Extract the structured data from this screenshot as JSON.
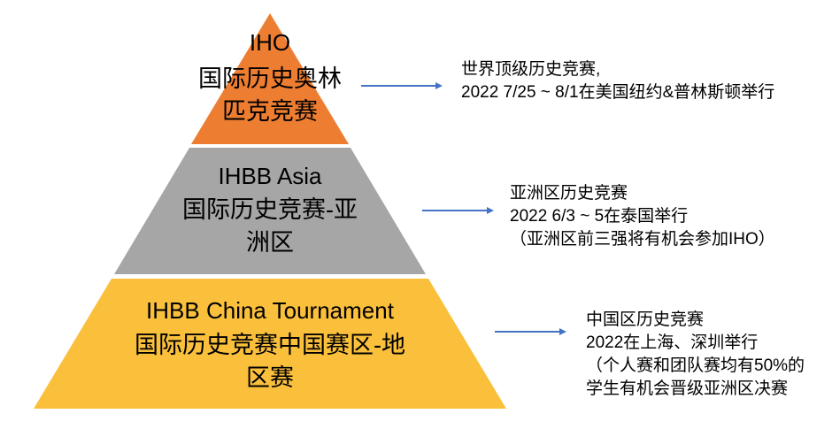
{
  "colors": {
    "tier_iho": "#ED7D31",
    "tier_asia": "#A6A6A6",
    "tier_china": "#FAC03C",
    "arrow": "#4472C4",
    "text": "#000000"
  },
  "pyramid": {
    "tiers": [
      {
        "id": "iho",
        "label_en": "IHO",
        "name_lines": [
          "国际历史奥林",
          "匹克竞赛"
        ]
      },
      {
        "id": "ihbb-asia",
        "label_en": "IHBB Asia",
        "name_lines": [
          "国际历史竞赛-亚",
          "洲区"
        ]
      },
      {
        "id": "ihbb-china",
        "label_en": "IHBB China Tournament",
        "name_lines": [
          "国际历史竞赛中国赛区-地",
          "区赛"
        ]
      }
    ]
  },
  "annotations": [
    {
      "lines": [
        "世界顶级历史竞赛,",
        "2022 7/25 ~ 8/1在美国纽约&普林斯顿举行"
      ]
    },
    {
      "lines": [
        "亚洲区历史竞赛",
        "2022 6/3 ~ 5在泰国举行",
        "（亚洲区前三强将有机会参加IHO）"
      ]
    },
    {
      "lines": [
        "中国区历史竞赛",
        "2022在上海、深圳举行",
        "（个人赛和团队赛均有50%的",
        "学生有机会晋级亚洲区决赛"
      ]
    }
  ]
}
